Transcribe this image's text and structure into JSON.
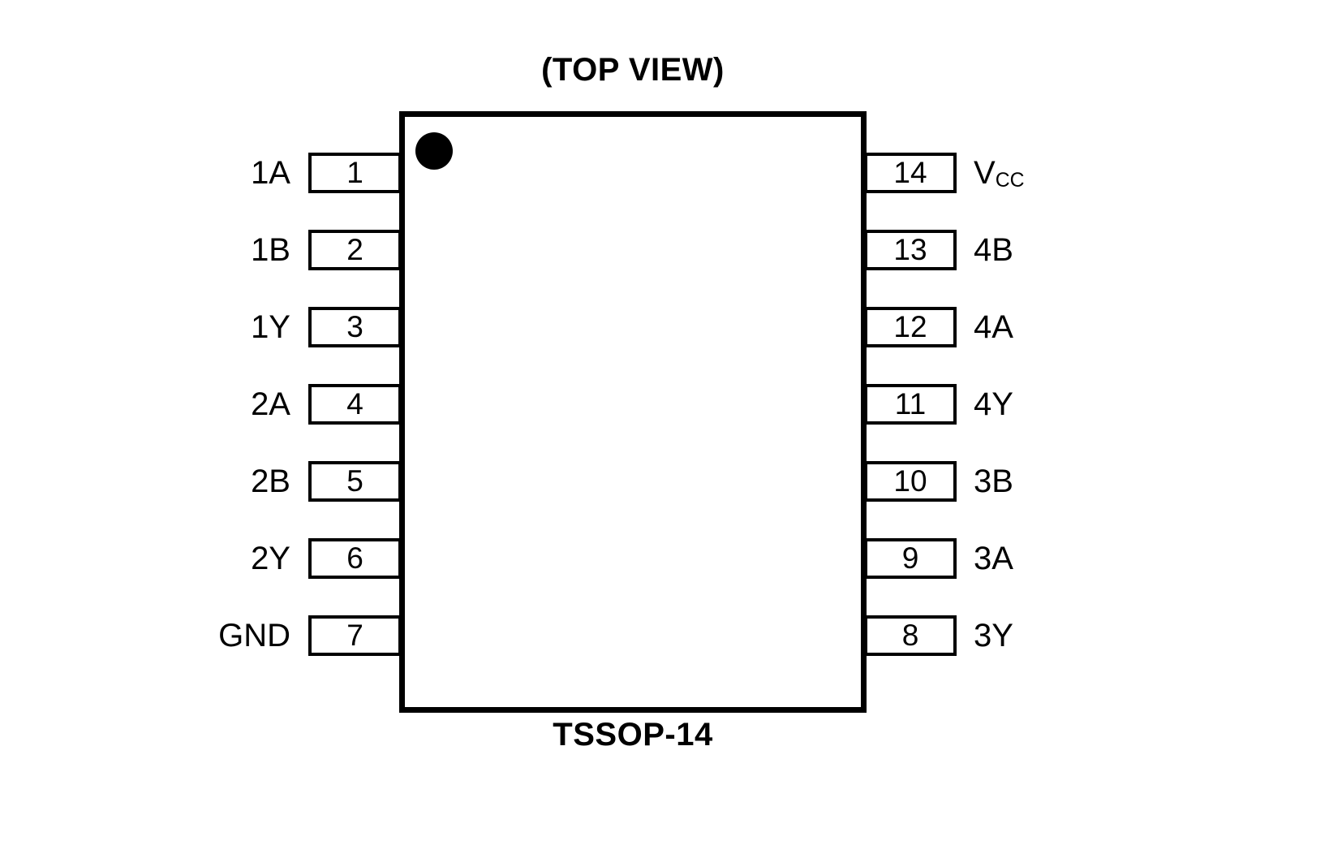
{
  "diagram": {
    "title_top": "(TOP VIEW)",
    "title_bottom": "TSSOP-14",
    "package": "TSSOP-14",
    "pin_count": 14,
    "marker": "pin-1-dot",
    "colors": {
      "outline": "#000000",
      "background": "#ffffff",
      "text": "#000000"
    }
  },
  "pins": {
    "left": [
      {
        "number": "1",
        "name": "1A"
      },
      {
        "number": "2",
        "name": "1B"
      },
      {
        "number": "3",
        "name": "1Y"
      },
      {
        "number": "4",
        "name": "2A"
      },
      {
        "number": "5",
        "name": "2B"
      },
      {
        "number": "6",
        "name": "2Y"
      },
      {
        "number": "7",
        "name": "GND"
      }
    ],
    "right": [
      {
        "number": "14",
        "name": "V",
        "sub": "CC"
      },
      {
        "number": "13",
        "name": "4B",
        "sub": ""
      },
      {
        "number": "12",
        "name": "4A",
        "sub": ""
      },
      {
        "number": "11",
        "name": "4Y",
        "sub": ""
      },
      {
        "number": "10",
        "name": "3B",
        "sub": ""
      },
      {
        "number": "9",
        "name": "3A",
        "sub": ""
      },
      {
        "number": "8",
        "name": "3Y",
        "sub": ""
      }
    ]
  }
}
